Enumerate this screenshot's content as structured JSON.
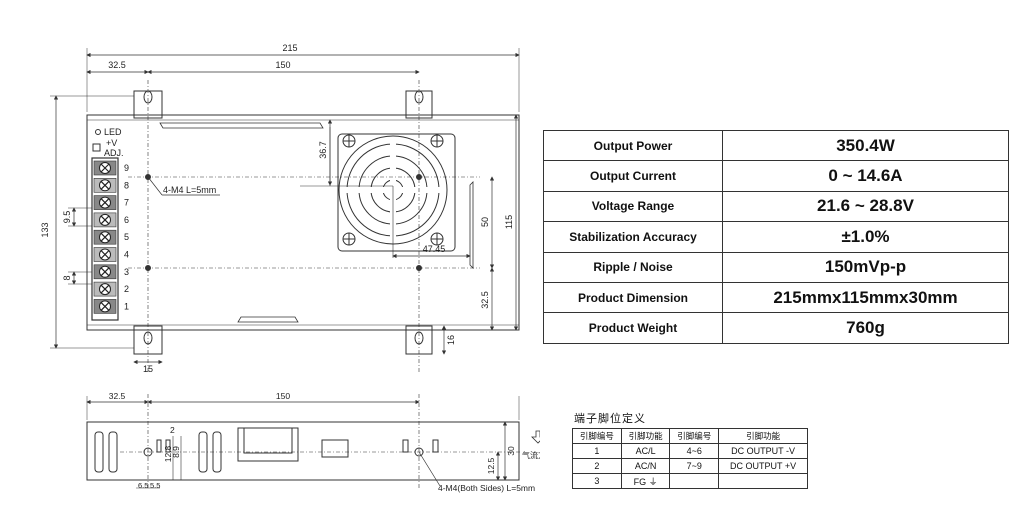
{
  "drawing": {
    "top_view": {
      "dim_total_width": "215",
      "dim_left_offset": "32.5",
      "dim_hole_spacing": "150",
      "dim_height": "133",
      "dim_depth": "115",
      "dim_fan_top": "36.7",
      "dim_hole_vertical": "50",
      "dim_hole_bottom": "32.5",
      "dim_fan_offset": "47.45",
      "dim_terminal_pitch": "9.5",
      "dim_terminal_small": "8",
      "dim_mount_bottom": "15",
      "dim_mount_right": "16",
      "led_label": "LED",
      "vplus_label": "+V",
      "adj_label": "ADJ.",
      "mount_screw_note": "4-M4 L=5mm",
      "terminal_numbers": [
        "9",
        "8",
        "7",
        "6",
        "5",
        "4",
        "3",
        "2",
        "1"
      ]
    },
    "side_view": {
      "dim_left_offset": "32.5",
      "dim_hole_spacing": "150",
      "dim_height": "30",
      "dim_hole_height": "12.5",
      "dim_slot_width": "2",
      "dim_slot_h1": "12.8",
      "dim_slot_h2": "8.9",
      "dim_slot_a": "6.5",
      "dim_slot_b": "5.5",
      "side_screw_note": "4-M4(Both Sides) L=5mm",
      "airflow_label": "气流方向"
    }
  },
  "specs": [
    {
      "label": "Output Power",
      "value": "350.4W"
    },
    {
      "label": "Output Current",
      "value": "0 ~ 14.6A"
    },
    {
      "label": "Voltage Range",
      "value": "21.6 ~ 28.8V"
    },
    {
      "label": "Stabilization Accuracy",
      "value": "±1.0%"
    },
    {
      "label": "Ripple / Noise",
      "value": "150mVp-p"
    },
    {
      "label": "Product Dimension",
      "value": "215mmx115mmx30mm"
    },
    {
      "label": "Product Weight",
      "value": "760g"
    }
  ],
  "pin_table": {
    "title": "端子脚位定义",
    "headers": [
      "引脚编号",
      "引脚功能",
      "引脚编号",
      "引脚功能"
    ],
    "rows": [
      [
        "1",
        "AC/L",
        "4~6",
        "DC OUTPUT -V"
      ],
      [
        "2",
        "AC/N",
        "7~9",
        "DC OUTPUT +V"
      ],
      [
        "3",
        "FG ⏚",
        "",
        ""
      ]
    ]
  }
}
